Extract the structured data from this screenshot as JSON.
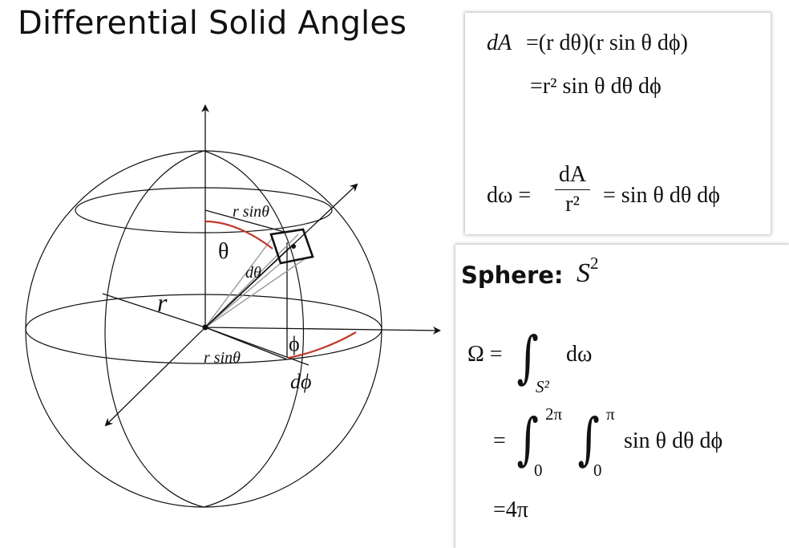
{
  "title": "Differential Solid Angles",
  "diagram": {
    "labels": {
      "theta": "θ",
      "phi": "ϕ",
      "r": "r",
      "r_sin_theta_top": "r sinθ",
      "r_sin_theta_bottom": "r sinθ",
      "d_theta": "dθ",
      "d_phi": "dϕ"
    },
    "colors": {
      "arc": "#c0392b",
      "lines": "#111111",
      "gray_lines": "#999999"
    }
  },
  "area_box": {
    "line1_lhs": "dA",
    "line1_rhs": "=(r dθ)(r sin θ dϕ)",
    "line2_rhs": "=r² sin θ dθ dϕ",
    "solid_angle_lhs": "dω =",
    "frac_num": "dA",
    "frac_den": "r²",
    "solid_angle_rhs": "= sin θ dθ dϕ"
  },
  "sphere_box": {
    "label": "Sphere:",
    "symbol": "S",
    "symbol_exp": "2",
    "omega_lhs": "Ω =",
    "omega_integrand": "dω",
    "omega_domain": "S²",
    "line2_eq": "=",
    "outer_lower": "0",
    "outer_upper": "2π",
    "inner_lower": "0",
    "inner_upper": "π",
    "integrand": "sin θ dθ dϕ",
    "result": "=4π"
  }
}
